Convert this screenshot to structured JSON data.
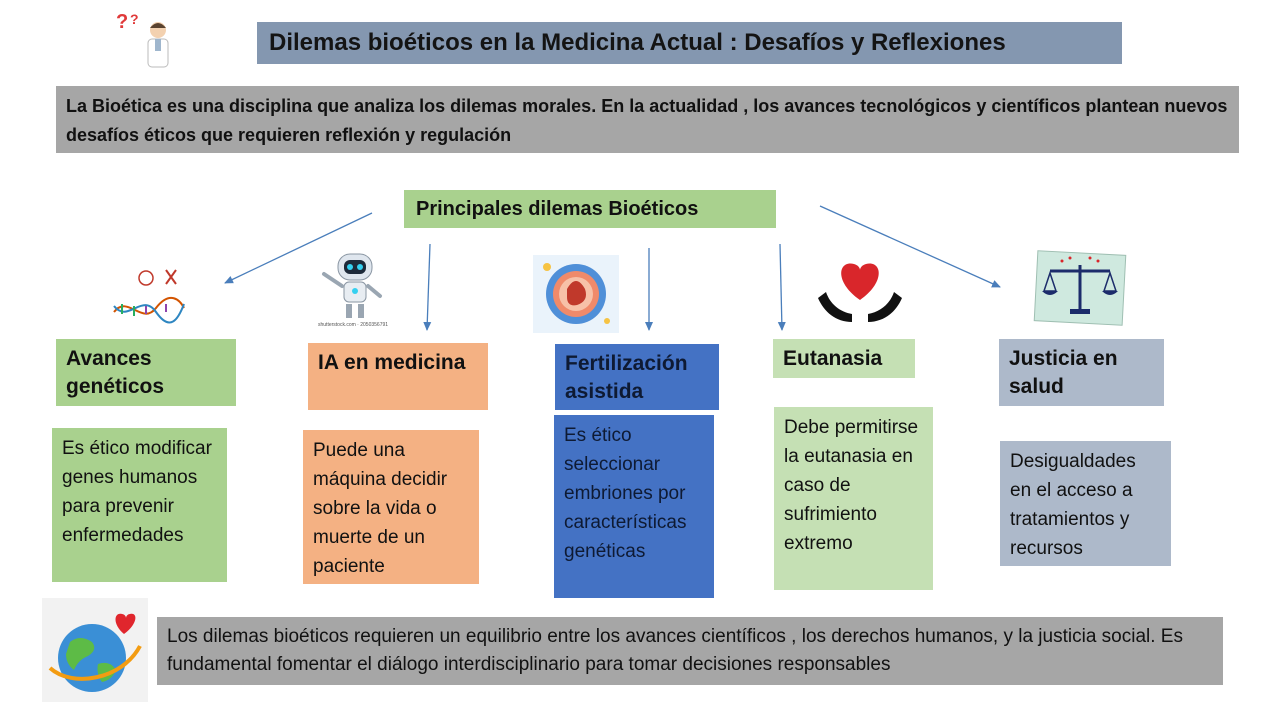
{
  "title": "Dilemas bioéticos  en la Medicina Actual : Desafíos y Reflexiones",
  "intro": "La Bioética es una disciplina que analiza los dilemas morales. En la actualidad , los avances tecnológicos y científicos plantean nuevos    desafíos éticos que requieren reflexión y regulación",
  "hub": "Principales dilemas Bioéticos",
  "categories": [
    {
      "title": "Avances genéticos",
      "description": "Es ético modificar genes humanos para prevenir enfermedades",
      "icon": "dna-chromosome-icon"
    },
    {
      "title": "IA en medicina",
      "description": "Puede una máquina decidir  sobre la vida o muerte de un paciente",
      "icon": "robot-icon",
      "image_caption": "shutterstock.com · 2050356791"
    },
    {
      "title": "Fertilización asistida",
      "description": " Es ético seleccionar embriones por características genéticas",
      "icon": "embryo-icon"
    },
    {
      "title": "Eutanasia",
      "description": "Debe permitirse la eutanasia en caso de sufrimiento extremo",
      "icon": "heart-in-hands-icon"
    },
    {
      "title": "Justicia en salud",
      "description": "Desigualdades en el acceso a tratamientos y recursos",
      "icon": "balance-scale-icon"
    }
  ],
  "closing": "Los dilemas bioéticos requieren un equilibrio entre los avances científicos , los derechos humanos, y la justicia social. Es fundamental fomentar el diálogo interdisciplinario para tomar decisiones responsables",
  "decor": {
    "top_left_icon": "doctor-question-icon",
    "top_left_glyph": "?",
    "bottom_left_icon": "globe-heart-icon"
  },
  "colors": {
    "title_bg": "#8497b0",
    "intro_bg": "#a6a6a6",
    "hub_bg": "#a9d18e",
    "green": "#a9d18e",
    "light_green": "#c5e0b4",
    "orange": "#f4b183",
    "blue": "#4472c4",
    "slate": "#adb9ca",
    "arrow": "#4a7ebb"
  }
}
